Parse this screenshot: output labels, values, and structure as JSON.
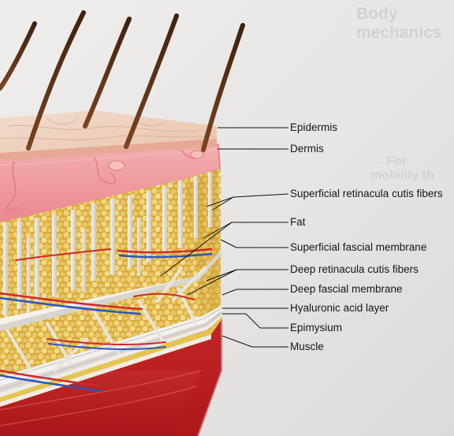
{
  "background_text": {
    "heading": "Body mechanics",
    "subheading": "→ For mobility th"
  },
  "labels": [
    {
      "id": "epidermis",
      "text": "Epidermis"
    },
    {
      "id": "dermis",
      "text": "Dermis"
    },
    {
      "id": "superficial-retinacula",
      "text": "Superficial retinacula cutis fibers"
    },
    {
      "id": "fat",
      "text": "Fat"
    },
    {
      "id": "superficial-fascial-membrane",
      "text": "Superficial fascial membrane"
    },
    {
      "id": "deep-retinacula",
      "text": "Deep retinacula cutis fibers"
    },
    {
      "id": "deep-fascial-membrane",
      "text": "Deep fascial membrane"
    },
    {
      "id": "hyaluronic-acid",
      "text": "Hyaluronic acid layer"
    },
    {
      "id": "epimysium",
      "text": "Epimysium"
    },
    {
      "id": "muscle",
      "text": "Muscle"
    }
  ],
  "colors": {
    "epidermis": "#efcfbc",
    "dermis": "#ef9d9f",
    "fat": "#e7c35a",
    "membrane": "#ecebea",
    "epimysium": "#e1c04e",
    "muscle": "#c81f22",
    "artery": "#cc2a2a",
    "vein": "#2c55b8",
    "hair": "#6b3a1c"
  }
}
